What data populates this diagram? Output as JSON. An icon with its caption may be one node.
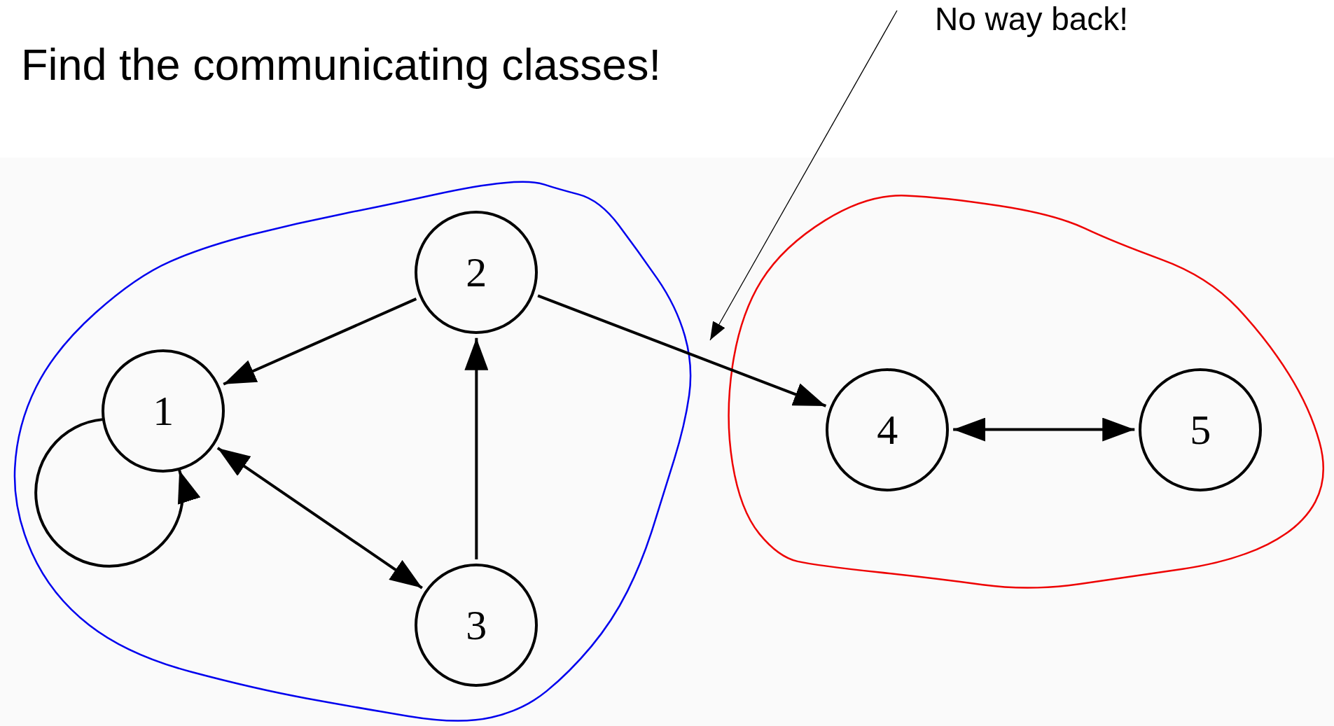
{
  "diagram": {
    "title": "Find the communicating classes!",
    "nodes": [
      {
        "text": [],
        "shape": "cloud"
      },
      {
        "text": [
          "1"
        ],
        "in": 0
      },
      {
        "text": [
          "2"
        ],
        "in": 0
      },
      {
        "text": [
          "3"
        ],
        "in": 0
      },
      {
        "text": [],
        "shape": "cloud"
      },
      {
        "text": [
          "4"
        ],
        "in": 4
      },
      {
        "text": [
          "5"
        ],
        "in": 4
      },
      {
        "text": [
          "No way back!"
        ]
      }
    ],
    "edges": [
      {
        "from": 2,
        "to": 1,
        "arrow": "to"
      },
      {
        "from": 1,
        "to": 1,
        "arrow": "to"
      },
      {
        "from": 1,
        "to": 3,
        "arrow": "both"
      },
      {
        "from": 3,
        "to": 2,
        "arrow": "to"
      },
      {
        "from": 2,
        "to": 5,
        "arrow": "to"
      },
      {
        "from": 5,
        "to": 6,
        "arrow": "both"
      },
      {
        "from": 7,
        "to": null,
        "arrow": "to"
      }
    ]
  }
}
